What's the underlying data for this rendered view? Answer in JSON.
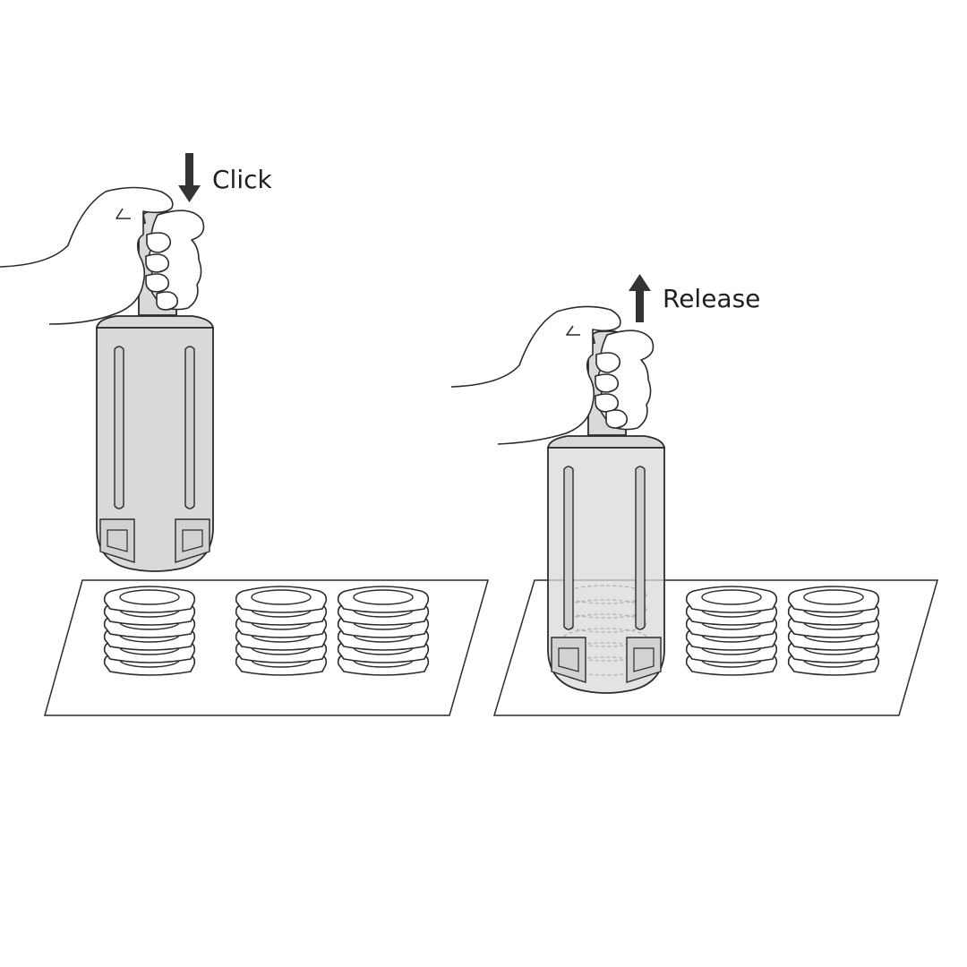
{
  "steps": [
    {
      "label": "Click",
      "arrow": "down"
    },
    {
      "label": "Release",
      "arrow": "up"
    }
  ],
  "colors": {
    "line": "#2b2b2b",
    "tool_fill": "#d9d9d9",
    "arrow": "#333333",
    "background": "#ffffff"
  },
  "icons": {
    "click_arrow": "arrow-down-icon",
    "release_arrow": "arrow-up-icon"
  }
}
